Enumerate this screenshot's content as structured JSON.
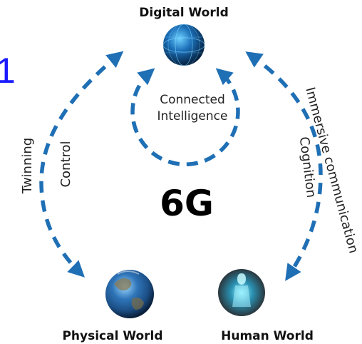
{
  "nodes": {
    "digital": "Digital World",
    "physical": "Physical World",
    "human": "Human World"
  },
  "center_label": "6G",
  "inner_cycle": {
    "line1": "Connected",
    "line2": "Intelligence"
  },
  "left_arc": {
    "outer": "Twinning",
    "inner": "Control"
  },
  "right_arc": {
    "outer": "Immersive communication",
    "inner": "Cognition"
  },
  "edge_fragment": "1",
  "colors": {
    "arrow": "#1f6fb5",
    "text": "#111111"
  }
}
